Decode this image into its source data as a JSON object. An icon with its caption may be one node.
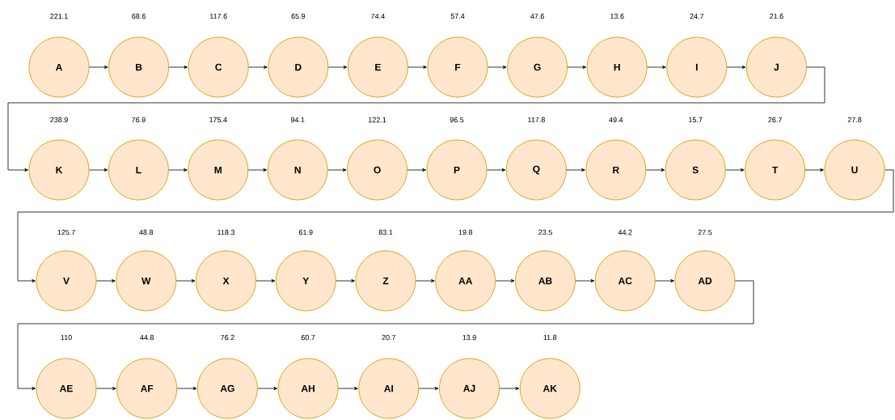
{
  "diagram": {
    "nodes": [
      {
        "text": [
          "A"
        ],
        "beside": [
          "221.1"
        ]
      },
      {
        "text": [
          "B"
        ],
        "beside": [
          "68.6"
        ]
      },
      {
        "text": [
          "C"
        ],
        "beside": [
          "117.6"
        ]
      },
      {
        "text": [
          "D"
        ],
        "beside": [
          "65.9"
        ]
      },
      {
        "text": [
          "E"
        ],
        "beside": [
          "74.4"
        ]
      },
      {
        "text": [
          "F"
        ],
        "beside": [
          "57.4"
        ]
      },
      {
        "text": [
          "G"
        ],
        "beside": [
          "47.6"
        ]
      },
      {
        "text": [
          "H"
        ],
        "beside": [
          "13.6"
        ]
      },
      {
        "text": [
          "I"
        ],
        "beside": [
          "24.7"
        ]
      },
      {
        "text": [
          "J"
        ],
        "beside": [
          "21.6"
        ]
      },
      {
        "text": [
          "K"
        ],
        "beside": [
          "238.9"
        ]
      },
      {
        "text": [
          "L"
        ],
        "beside": [
          "76.9"
        ]
      },
      {
        "text": [
          "M"
        ],
        "beside": [
          "175.4"
        ]
      },
      {
        "text": [
          "N"
        ],
        "beside": [
          "94.1"
        ]
      },
      {
        "text": [
          "O"
        ],
        "beside": [
          "122.1"
        ]
      },
      {
        "text": [
          "P"
        ],
        "beside": [
          "96.5"
        ]
      },
      {
        "text": [
          "Q"
        ],
        "beside": [
          "117.8"
        ]
      },
      {
        "text": [
          "R"
        ],
        "beside": [
          "49.4"
        ]
      },
      {
        "text": [
          "S"
        ],
        "beside": [
          "15.7"
        ]
      },
      {
        "text": [
          "T"
        ],
        "beside": [
          "26.7"
        ]
      },
      {
        "text": [
          "U"
        ],
        "beside": [
          "27.8"
        ]
      },
      {
        "text": [
          "V"
        ],
        "beside": [
          "125.7"
        ]
      },
      {
        "text": [
          "W"
        ],
        "beside": [
          "48.8"
        ]
      },
      {
        "text": [
          "X"
        ],
        "beside": [
          "118.3"
        ]
      },
      {
        "text": [
          "Y"
        ],
        "beside": [
          "61.9"
        ]
      },
      {
        "text": [
          "Z"
        ],
        "beside": [
          "83.1"
        ]
      },
      {
        "text": [
          "AA"
        ],
        "beside": [
          "19.8"
        ]
      },
      {
        "text": [
          "AB"
        ],
        "beside": [
          "23.5"
        ]
      },
      {
        "text": [
          "AC"
        ],
        "beside": [
          "44.2"
        ]
      },
      {
        "text": [
          "AD"
        ],
        "beside": [
          "27.5"
        ]
      },
      {
        "text": [
          "AE"
        ],
        "beside": [
          "110"
        ]
      },
      {
        "text": [
          "AF"
        ],
        "beside": [
          "44.8"
        ]
      },
      {
        "text": [
          "AG"
        ],
        "beside": [
          "76.2"
        ]
      },
      {
        "text": [
          "AH"
        ],
        "beside": [
          "60.7"
        ]
      },
      {
        "text": [
          "AI"
        ],
        "beside": [
          "20.7"
        ]
      },
      {
        "text": [
          "AJ"
        ],
        "beside": [
          "13.9"
        ]
      },
      {
        "text": [
          "AK"
        ],
        "beside": [
          "11.8"
        ]
      }
    ],
    "edges": [
      {
        "from": 0,
        "to": 1,
        "arrow": "to"
      },
      {
        "from": 1,
        "to": 2,
        "arrow": "to"
      },
      {
        "from": 2,
        "to": 3,
        "arrow": "to"
      },
      {
        "from": 3,
        "to": 4,
        "arrow": "to"
      },
      {
        "from": 4,
        "to": 5,
        "arrow": "to"
      },
      {
        "from": 5,
        "to": 6,
        "arrow": "to"
      },
      {
        "from": 6,
        "to": 7,
        "arrow": "to"
      },
      {
        "from": 7,
        "to": 8,
        "arrow": "to"
      },
      {
        "from": 8,
        "to": 9,
        "arrow": "to"
      },
      {
        "from": 9,
        "to": 10,
        "arrow": "to"
      },
      {
        "from": 10,
        "to": 11,
        "arrow": "to"
      },
      {
        "from": 11,
        "to": 12,
        "arrow": "to"
      },
      {
        "from": 12,
        "to": 13,
        "arrow": "to"
      },
      {
        "from": 13,
        "to": 14,
        "arrow": "to"
      },
      {
        "from": 14,
        "to": 15,
        "arrow": "to"
      },
      {
        "from": 15,
        "to": 16,
        "arrow": "to"
      },
      {
        "from": 16,
        "to": 17,
        "arrow": "to"
      },
      {
        "from": 17,
        "to": 18,
        "arrow": "to"
      },
      {
        "from": 18,
        "to": 19,
        "arrow": "to"
      },
      {
        "from": 19,
        "to": 20,
        "arrow": "to"
      },
      {
        "from": 20,
        "to": 21,
        "arrow": "to"
      },
      {
        "from": 21,
        "to": 22,
        "arrow": "to"
      },
      {
        "from": 22,
        "to": 23,
        "arrow": "to"
      },
      {
        "from": 23,
        "to": 24,
        "arrow": "to"
      },
      {
        "from": 24,
        "to": 25,
        "arrow": "to"
      },
      {
        "from": 25,
        "to": 26,
        "arrow": "to"
      },
      {
        "from": 26,
        "to": 27,
        "arrow": "to"
      },
      {
        "from": 27,
        "to": 28,
        "arrow": "to"
      },
      {
        "from": 28,
        "to": 29,
        "arrow": "to"
      },
      {
        "from": 29,
        "to": 30,
        "arrow": "to"
      },
      {
        "from": 30,
        "to": 31,
        "arrow": "to"
      },
      {
        "from": 31,
        "to": 32,
        "arrow": "to"
      },
      {
        "from": 32,
        "to": 33,
        "arrow": "to"
      },
      {
        "from": 33,
        "to": 34,
        "arrow": "to"
      },
      {
        "from": 34,
        "to": 35,
        "arrow": "to"
      },
      {
        "from": 35,
        "to": 36,
        "arrow": "to"
      }
    ]
  }
}
